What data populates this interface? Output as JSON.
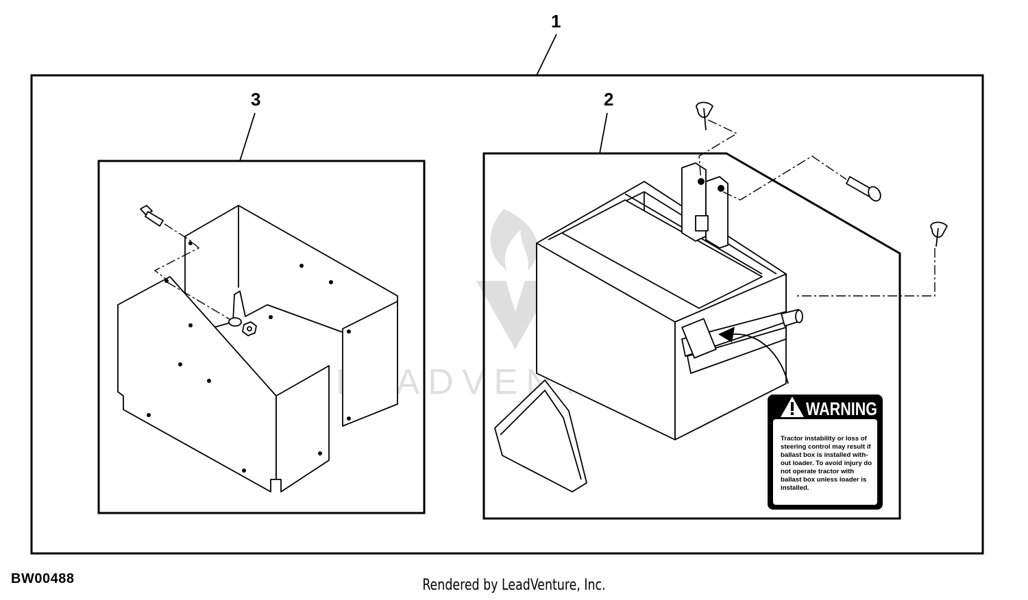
{
  "callouts": {
    "item1": "1",
    "item2": "2",
    "item3": "3"
  },
  "warning_label": {
    "title": "WARNING",
    "body_lines": [
      "Tractor instability or loss of",
      "steering control may result if",
      "ballast box is installed with-",
      "out loader. To avoid injury do",
      "not operate tractor with",
      "ballast box unless loader is",
      "installed."
    ]
  },
  "watermark": {
    "text": "LEADVENTURE"
  },
  "drawing_id": "BW00488",
  "footer": "Rendered by LeadVenture, Inc.",
  "icons": {
    "warning": "warning-triangle-icon",
    "watermark_logo": "leadventure-logo-icon"
  }
}
